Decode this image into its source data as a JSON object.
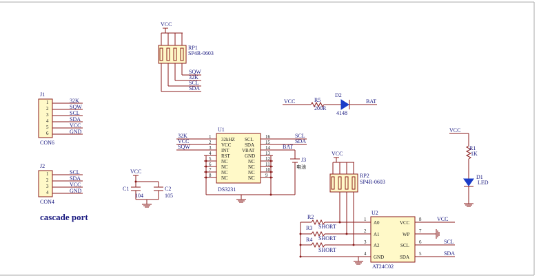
{
  "colors": {
    "wire": "#8a1a1a",
    "label": "#1a1a80",
    "component_fill": "#fff9c8",
    "diode_fill": "#1a3cc8",
    "frame": "#aaaaaa"
  },
  "title": "cascade port",
  "rp1": {
    "ref": "RP1",
    "value": "SP4R-0603",
    "net_top": "VCC",
    "nets": [
      "SQW",
      "32K",
      "SCL",
      "SDA"
    ]
  },
  "j1": {
    "ref": "J1",
    "type": "CON6",
    "pins": [
      "1",
      "2",
      "3",
      "4",
      "5",
      "6"
    ],
    "nets": [
      "32K",
      "SQW",
      "SCL",
      "SDA",
      "VCC",
      "GND"
    ]
  },
  "j2": {
    "ref": "J2",
    "type": "CON4",
    "pins": [
      "1",
      "2",
      "3",
      "4"
    ],
    "nets": [
      "SCL",
      "SDA",
      "VCC",
      "GND"
    ]
  },
  "caps": {
    "vcc": "VCC",
    "c1_ref": "C1",
    "c1_val": "104",
    "c2_ref": "C2",
    "c2_val": "105"
  },
  "u1": {
    "ref": "U1",
    "part": "DS3231",
    "left_pins": [
      "1",
      "2",
      "3",
      "4",
      "5",
      "6",
      "7",
      "8"
    ],
    "left_names": [
      "32kHZ",
      "VCC",
      "INT",
      "RST",
      "NC",
      "NC",
      "NC",
      "NC"
    ],
    "right_pins": [
      "16",
      "15",
      "14",
      "13",
      "12",
      "11",
      "10",
      "9"
    ],
    "right_names": [
      "SCL",
      "SDA",
      "VBAT",
      "GND",
      "NC",
      "NC",
      "NC",
      "NC"
    ],
    "left_nets": [
      "32K",
      "VCC",
      "SQW"
    ],
    "right_nets": [
      "SCL",
      "SDA",
      "BAT"
    ]
  },
  "j3": {
    "ref": "J3",
    "label": "电池"
  },
  "led_chain": {
    "vcc": "VCC",
    "r5_ref": "R5",
    "r5_val": "200R",
    "d2_ref": "D2",
    "d2_val": "4148",
    "bat": "BAT"
  },
  "led": {
    "vcc": "VCC",
    "r1_ref": "R1",
    "r1_val": "1K",
    "d1_ref": "D1",
    "d1_val": "LED"
  },
  "rp2": {
    "ref": "RP2",
    "value": "SP4R-0603",
    "net_top": "VCC"
  },
  "u2": {
    "ref": "U2",
    "part": "AT24C02",
    "left_pins": [
      "1",
      "2",
      "3",
      "4"
    ],
    "left_names": [
      "A0",
      "A1",
      "A2",
      "GND"
    ],
    "right_pins": [
      "8",
      "7",
      "6",
      "5"
    ],
    "right_names": [
      "VCC",
      "WP",
      "SCL",
      "SDA"
    ],
    "right_nets": [
      "VCC",
      "",
      "SCL",
      "SDA"
    ],
    "resistors": [
      {
        "ref": "R2",
        "val": "SHORT"
      },
      {
        "ref": "R3",
        "val": "SHORT"
      },
      {
        "ref": "R4",
        "val": "SHORT"
      }
    ]
  }
}
